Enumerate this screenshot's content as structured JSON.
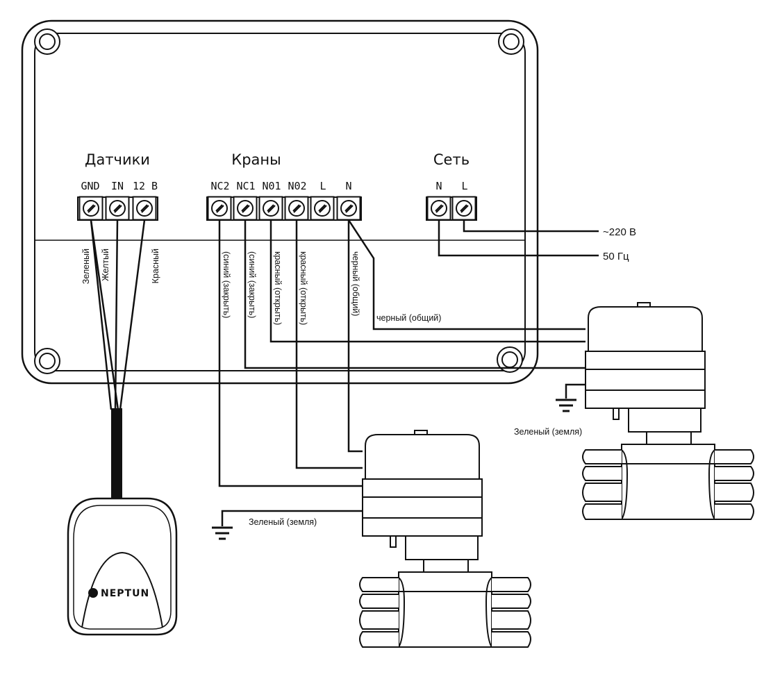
{
  "groups": {
    "sensors": "Датчики",
    "valves": "Краны",
    "power": "Сеть"
  },
  "terminals": {
    "gnd": "GND",
    "in": "IN",
    "v12": "12 В",
    "nc2": "NC2",
    "nc1": "NC1",
    "no1": "N01",
    "no2": "N02",
    "l": "L",
    "n": "N",
    "power_n": "N",
    "power_l": "L"
  },
  "sensor_wires": {
    "green": "Зеленый",
    "yellow": "Желтый",
    "red": "Красный"
  },
  "valve_wires": {
    "nc2": "(синий (закрыть)",
    "nc1": "(синий (закрыть)",
    "no1": "красный (открыть)",
    "no2": "красный (открыть)",
    "n": "черный (общий)",
    "common": "черный (общий)"
  },
  "power_labels": {
    "voltage": "~220 В",
    "frequency": "50 Гц"
  },
  "ground_labels": {
    "lower": "Зеленый (земля)",
    "upper": "Зеленый (земля)"
  },
  "sensor_logo": "NEPTUN"
}
